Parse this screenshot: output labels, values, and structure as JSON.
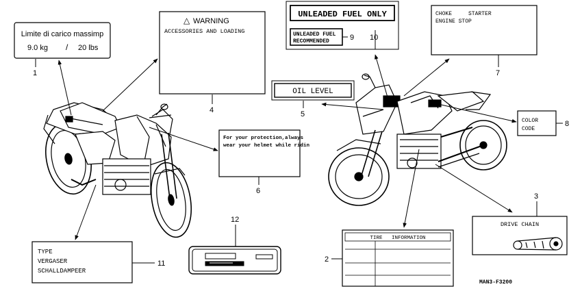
{
  "labels": {
    "load_limit": {
      "title": "Limite di carico massimp",
      "weight_kg": "9.0 kg",
      "separator": "/",
      "weight_lbs": "20 lbs"
    },
    "warning": {
      "symbol": "△",
      "title": "WARNING",
      "subtitle": "ACCESSORIES AND LOADING"
    },
    "unleaded_only": {
      "text": "UNLEADED FUEL ONLY"
    },
    "unleaded_recommended": {
      "line1": "UNLEADED FUEL",
      "line2": "RECOMMENDED"
    },
    "choke": {
      "line1": "CHOKE     STARTER",
      "line2": "ENGINE STOP"
    },
    "oil_level": {
      "text": "OIL LEVEL"
    },
    "protection": {
      "line1": "For your protection,always",
      "line2": "wear your helmet while ridin"
    },
    "color_code": {
      "line1": "COLOR",
      "line2": "CODE"
    },
    "drive_chain": {
      "text": "DRIVE CHAIN"
    },
    "tire_info": {
      "text": "TIRE   INFORMATION"
    },
    "type_label": {
      "line1": "TYPE",
      "line2": "VERGASER",
      "line3": "SCHALLDAMPEER"
    }
  },
  "callouts": {
    "c1": "1",
    "c2": "2",
    "c3": "3",
    "c4": "4",
    "c5": "5",
    "c6": "6",
    "c7": "7",
    "c8": "8",
    "c9": "9",
    "c10": "10",
    "c11": "11",
    "c12": "12"
  },
  "diagram_code": "MAN3-F3200"
}
